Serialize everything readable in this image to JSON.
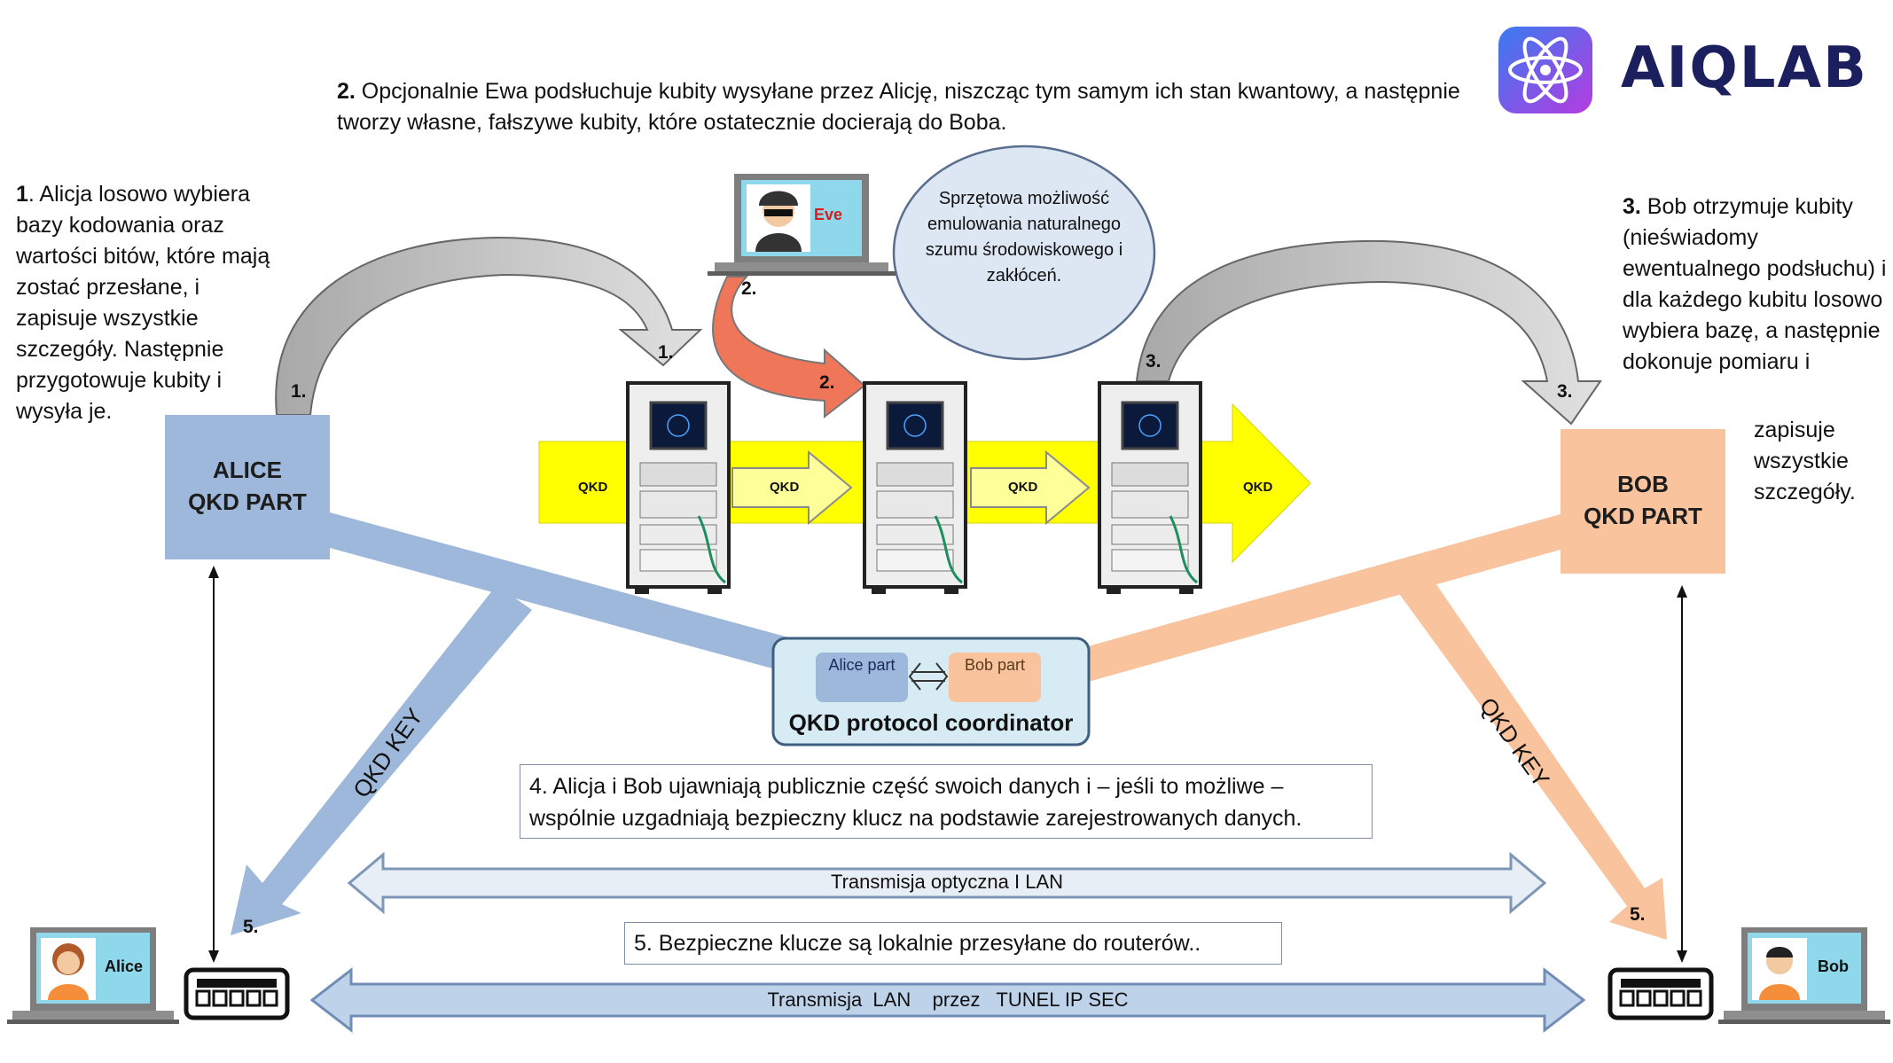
{
  "logo": {
    "text": "AIQLAB"
  },
  "steps": {
    "step1": {
      "num": "1",
      "text": ". Alicja losowo wybiera bazy kodowania oraz wartości bitów, które mają zostać przesłane, i zapisuje wszystkie szczegóły. Następnie przygotowuje kubity i wysyła je."
    },
    "step2": {
      "num": "2.",
      "text": " Opcjonalnie Ewa podsłuchuje kubity wysyłane przez Alicję, niszcząc tym samym ich stan kwantowy, a następnie tworzy własne, fałszywe kubity, które ostatecznie docierają do Boba."
    },
    "step3": {
      "num": "3.",
      "text_a": " Bob otrzymuje kubity (nieświadomy ewentualnego podsłuchu) i dla każdego kubitu losowo wybiera bazę, a następnie dokonuje pomiaru i",
      "text_b": "zapisuje wszystkie szczegóły."
    },
    "step4": {
      "text": "4. Alicja i Bob ujawniają publicznie część swoich danych i – jeśli to możliwe – wspólnie uzgadniają bezpieczny klucz na podstawie zarejestrowanych danych."
    },
    "step5": {
      "text": "5. Bezpieczne klucze są lokalnie przesyłane do routerów.."
    }
  },
  "bubble": {
    "text": "Sprzętowa możliwość emulowania naturalnego szumu środowiskowego i zakłóceń."
  },
  "nodes": {
    "alice": {
      "line1": "ALICE",
      "line2": "QKD PART"
    },
    "bob": {
      "line1": "BOB",
      "line2": "QKD PART"
    },
    "coordinator": {
      "title": "QKD protocol coordinator",
      "alice_part": "Alice part",
      "bob_part": "Bob part"
    }
  },
  "qkd_labels": [
    "QKD",
    "QKD",
    "QKD",
    "QKD"
  ],
  "key_labels": {
    "left": "QKD KEY",
    "right": "QKD KEY"
  },
  "step_markers": {
    "s1a": "1.",
    "s1b": "1.",
    "s2a": "2.",
    "s2b": "2.",
    "s3a": "3.",
    "s3b": "3.",
    "s5a": "5.",
    "s5b": "5."
  },
  "transmission": {
    "optical": "Transmisja optyczna I LAN",
    "tunnel": "Transmisja  LAN    przez   TUNEL IP SEC"
  },
  "laptops": {
    "eve": "Eve",
    "alice": "Alice",
    "bob": "Bob"
  },
  "colors": {
    "alice_blue": "#9db8da",
    "bob_orange": "#f8c39d",
    "qkd_yellow": "#ffff00",
    "eve_red": "#f0765a",
    "curve_gray": "#c8c8c8",
    "bubble_fill": "#dde6f3",
    "coordinator_fill": "#d7ebf4",
    "logo_navy": "#1b1f5e"
  }
}
